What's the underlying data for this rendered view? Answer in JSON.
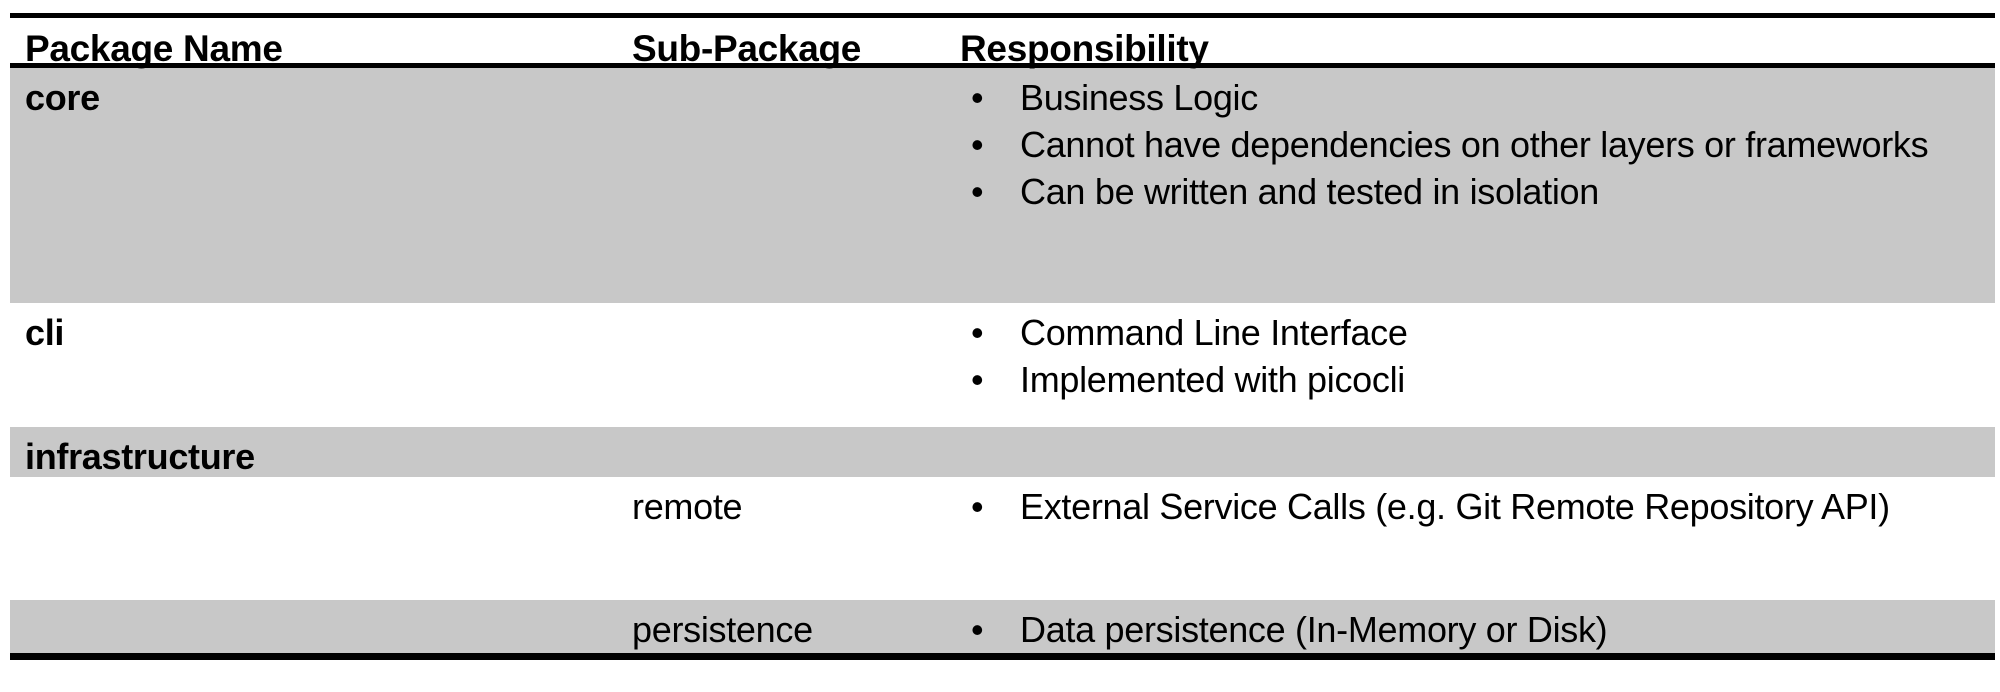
{
  "table": {
    "headers": {
      "package": "Package Name",
      "subpackage": "Sub-Package",
      "responsibility": "Responsibility"
    },
    "rows": [
      {
        "package": "core",
        "subpackage": "",
        "shaded": true,
        "bullets": [
          "Business Logic",
          "Cannot have dependencies on other layers or frameworks",
          "Can be written and tested in isolation"
        ]
      },
      {
        "package": "cli",
        "subpackage": "",
        "shaded": false,
        "bullets": [
          "Command Line Interface",
          "Implemented with picocli"
        ]
      },
      {
        "package": "infrastructure",
        "subpackage": "",
        "shaded": true,
        "bullets": []
      },
      {
        "package": "",
        "subpackage": "remote",
        "shaded": false,
        "bullets": [
          "External Service Calls (e.g. Git Remote Repository API)"
        ]
      },
      {
        "package": "",
        "subpackage": "persistence",
        "shaded": true,
        "bullets": [
          "Data persistence (In-Memory or Disk)"
        ]
      }
    ],
    "colors": {
      "row_shading": "#c8c8c8",
      "border": "#000000",
      "text": "#000000"
    }
  }
}
